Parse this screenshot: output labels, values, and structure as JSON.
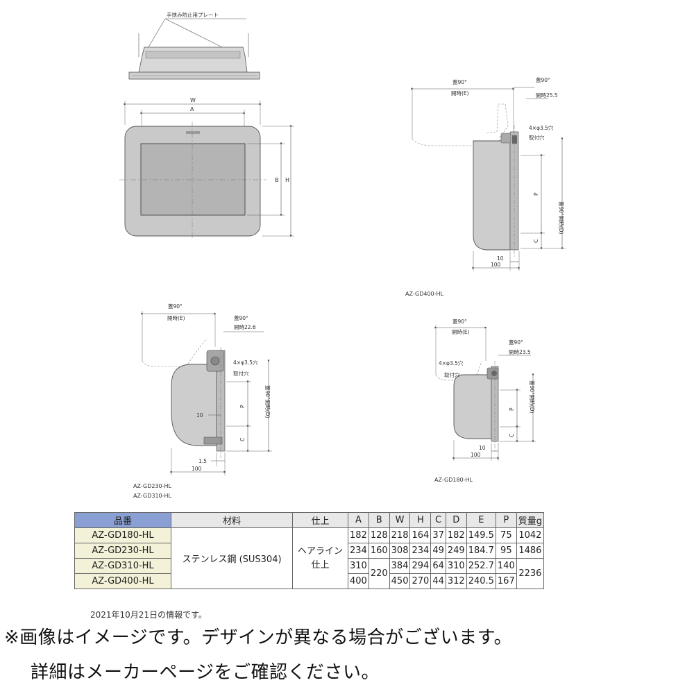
{
  "drawing": {
    "plate_callout": "手挟み防止用プレート",
    "front_dims": {
      "W": "W",
      "A": "A",
      "B": "B",
      "H": "H"
    },
    "side_common": {
      "lid_open": "蓋90°",
      "open_e": "開時(E)",
      "open_d": "蓋90°開時(D)",
      "hole": "4×φ3.5穴",
      "hole2": "取付穴",
      "P": "P",
      "C": "C",
      "ten": "10",
      "hundred": "100"
    },
    "gd400": {
      "lid": "蓋90°",
      "open_val": "開時25.5",
      "caption": "AZ-GD400-HL"
    },
    "gd230": {
      "lid": "蓋90°",
      "open_val": "開時22.6",
      "one_five": "1.5",
      "caption1": "AZ-GD230-HL",
      "caption2": "AZ-GD310-HL"
    },
    "gd180": {
      "lid": "蓋90°",
      "open_val": "開時23.5",
      "caption": "AZ-GD180-HL"
    }
  },
  "table": {
    "headers": [
      "品番",
      "材料",
      "仕上",
      "A",
      "B",
      "W",
      "H",
      "C",
      "D",
      "E",
      "P",
      "質量g"
    ],
    "material": "ステンレス鋼 (SUS304)",
    "finish_line1": "ヘアライン",
    "finish_line2": "仕上",
    "b_merged": "220",
    "mass_merged": "2236",
    "rows": [
      {
        "model": "AZ-GD180-HL",
        "A": "182",
        "B": "128",
        "W": "218",
        "H": "164",
        "C": "37",
        "D": "182",
        "E": "149.5",
        "P": "75",
        "mass": "1042"
      },
      {
        "model": "AZ-GD230-HL",
        "A": "234",
        "B": "160",
        "W": "308",
        "H": "234",
        "C": "49",
        "D": "249",
        "E": "184.7",
        "P": "95",
        "mass": "1486"
      },
      {
        "model": "AZ-GD310-HL",
        "A": "310",
        "W": "384",
        "H": "294",
        "C": "64",
        "D": "310",
        "E": "252.7",
        "P": "140"
      },
      {
        "model": "AZ-GD400-HL",
        "A": "400",
        "W": "450",
        "H": "270",
        "C": "44",
        "D": "312",
        "E": "240.5",
        "P": "167"
      }
    ]
  },
  "date_note": "2021年10月21日の情報です。",
  "notes": {
    "line1": "※画像はイメージです。デザインが異なる場合がございます。",
    "line2": "詳細はメーカーページをご確認ください。"
  }
}
